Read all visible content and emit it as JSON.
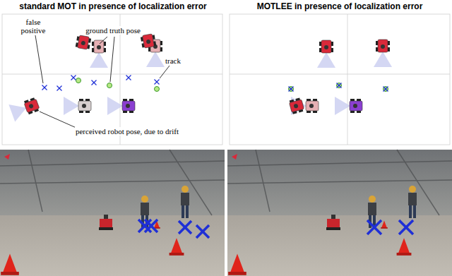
{
  "diagram": {
    "labels": [
      "standard MOT in presence of localization error",
      "MOTLEE in presence of localization error",
      "false positive",
      "ground truth pose",
      "track",
      "perceived robot pose, due to drift"
    ]
  }
}
